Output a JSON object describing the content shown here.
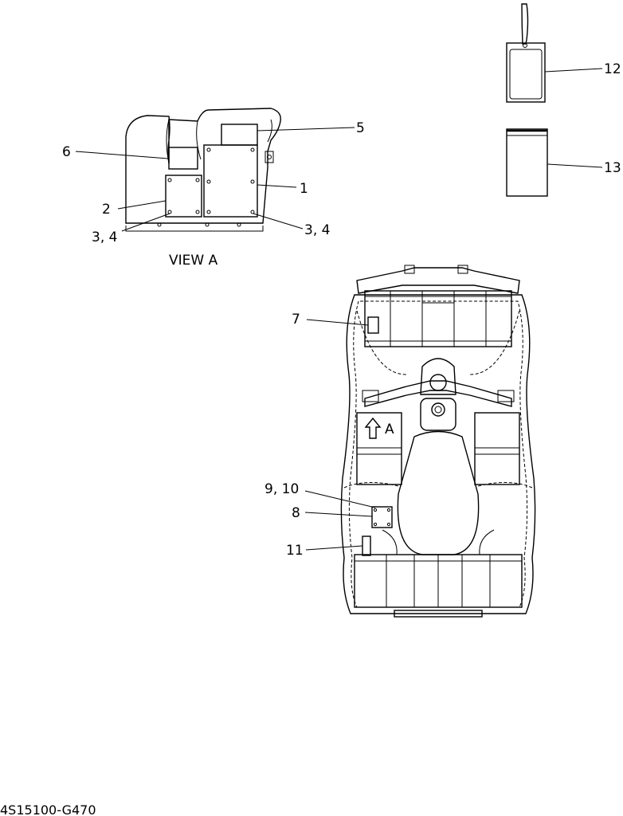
{
  "view_a": {
    "title": "VIEW A",
    "callouts": {
      "c1": "1",
      "c2": "2",
      "c34_left": "3, 4",
      "c34_right": "3, 4",
      "c5": "5",
      "c6": "6"
    }
  },
  "tags": {
    "c12": "12",
    "c13": "13"
  },
  "vehicle": {
    "callouts": {
      "c7": "7",
      "c8": "8",
      "c910": "9, 10",
      "c11": "11"
    },
    "view_marker_label": "A",
    "view_marker_icon": "arrow-up-outline-icon"
  },
  "footer": {
    "part_code": "4S15100-G470"
  }
}
